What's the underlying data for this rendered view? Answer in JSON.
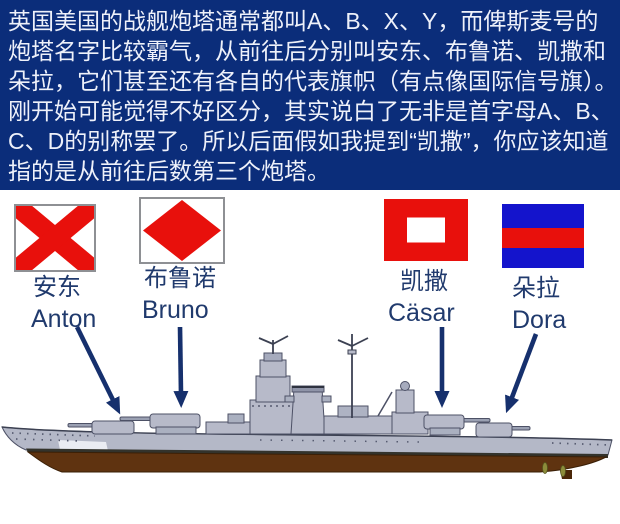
{
  "header": {
    "lines": [
      "英国美国的战舰炮塔通常都叫A、B、X、Y，而俾斯麦号的",
      "炮塔名字比较霸气，从前往后分别叫安东、布鲁诺、凯撒和",
      "朵拉，它们甚至还有各自的代表旗帜（有点像国际信号旗）。",
      "刚开始可能觉得不好区分，其实说白了无非是首字母A、B、",
      "C、D的别称罢了。所以后面假如我提到“凯撒”，你应该知道",
      "指的是从前往后数第三个炮塔。"
    ]
  },
  "flags": [
    {
      "name_zh": "安东",
      "name_en": "Anton",
      "flag_icon": "red-saltire-on-white-flag"
    },
    {
      "name_zh": "布鲁诺",
      "name_en": "Bruno",
      "flag_icon": "red-diamond-on-white-flag"
    },
    {
      "name_zh": "凯撒",
      "name_en": "Cäsar",
      "flag_icon": "white-square-on-red-flag"
    },
    {
      "name_zh": "朵拉",
      "name_en": "Dora",
      "flag_icon": "blue-red-blue-striped-flag"
    }
  ],
  "illustration": "battleship-bismarck-side-profile-with-four-turret-arrows",
  "colors": {
    "header_bg": "#0b2d7a",
    "header_text": "#eef1fa",
    "label_text": "#203a6d",
    "arrow": "#16306d",
    "flag_red": "#e8100c",
    "flag_blue": "#1414cc",
    "flag_border_gray": "#8e9094",
    "ship_gray": "#b4b8c7",
    "hull_brown": "#5f3310",
    "waterline_dark": "#33332c"
  }
}
